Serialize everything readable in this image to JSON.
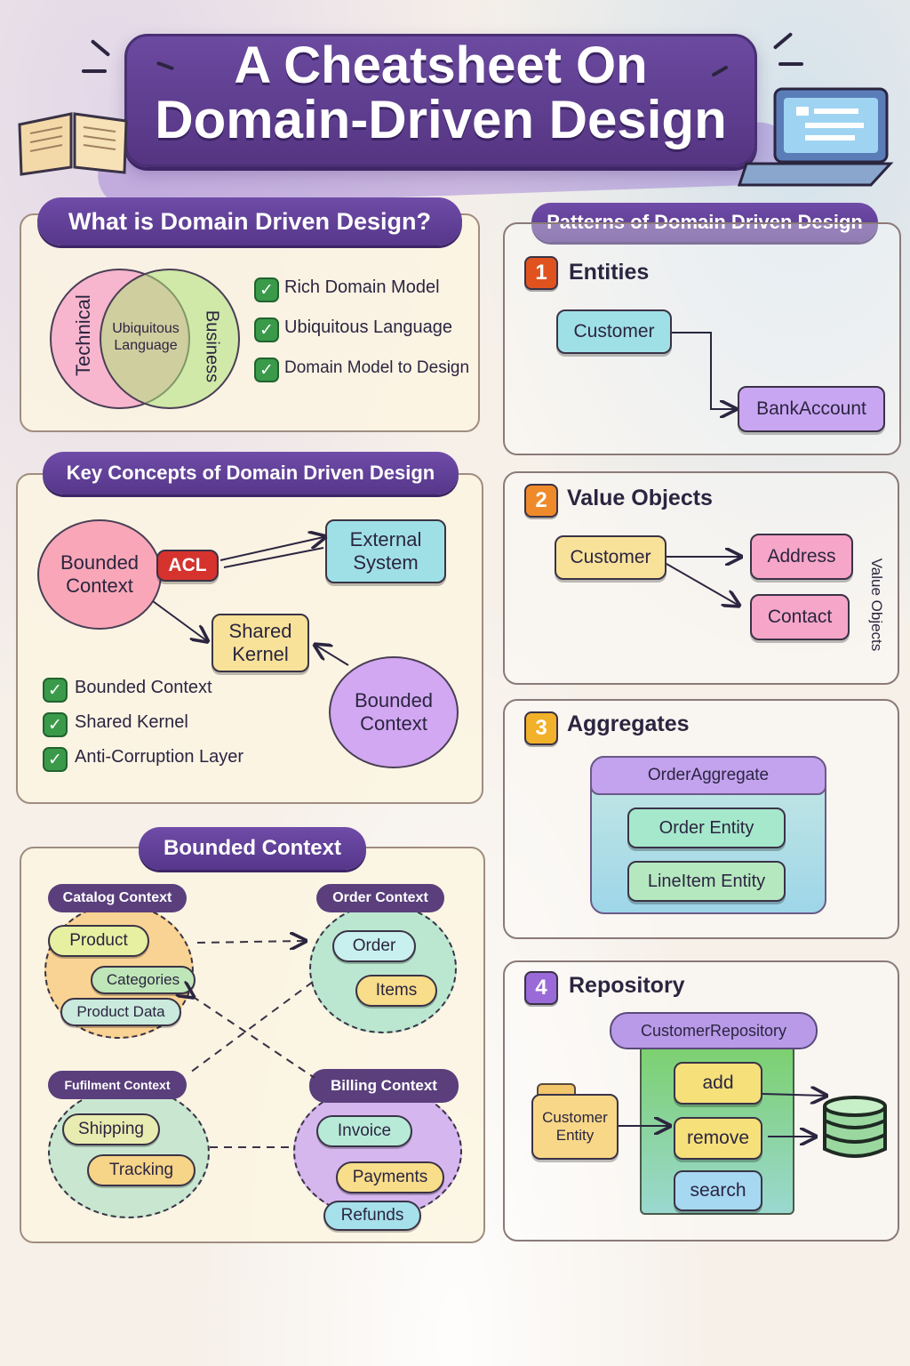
{
  "title": {
    "line1": "A Cheatsheet On",
    "line2": "Domain-Driven Design"
  },
  "what_is": {
    "heading": "What is Domain Driven Design?",
    "venn": {
      "left": "Technical",
      "center": "Ubiquitous Language",
      "right": "Business"
    },
    "checks": [
      "Rich Domain Model",
      "Ubiquitous Language",
      "Domain Model to Design"
    ]
  },
  "key_concepts": {
    "heading": "Key Concepts of Domain Driven Design",
    "bounded_context_1": "Bounded Context",
    "acl": "ACL",
    "external_system": "External System",
    "shared_kernel": "Shared Kernel",
    "bounded_context_2": "Bounded Context",
    "checks": [
      "Bounded Context",
      "Shared Kernel",
      "Anti-Corruption Layer"
    ]
  },
  "bounded_context": {
    "heading": "Bounded Context",
    "catalog": {
      "label": "Catalog Context",
      "items": [
        "Product",
        "Categories",
        "Product Data"
      ]
    },
    "order": {
      "label": "Order Context",
      "items": [
        "Order",
        "Items"
      ]
    },
    "fulfilment": {
      "label": "Fufilment Context",
      "items": [
        "Shipping",
        "Tracking"
      ]
    },
    "billing": {
      "label": "Billing Context",
      "items": [
        "Invoice",
        "Payments",
        "Refunds"
      ]
    }
  },
  "patterns": {
    "heading": "Patterns of Domain Driven Design",
    "entities": {
      "number": "1",
      "title": "Entities",
      "from": "Customer",
      "to": "BankAccount"
    },
    "value_objects": {
      "number": "2",
      "title": "Value Objects",
      "source": "Customer",
      "targets": [
        "Address",
        "Contact"
      ],
      "side_label": "Value Objects"
    },
    "aggregates": {
      "number": "3",
      "title": "Aggregates",
      "root": "OrderAggregate",
      "members": [
        "Order Entity",
        "LineItem Entity"
      ]
    },
    "repository": {
      "number": "4",
      "title": "Repository",
      "name": "CustomerRepository",
      "entity": "Customer Entity",
      "ops": [
        "add",
        "remove",
        "search"
      ]
    }
  },
  "colors": {
    "purple": "#5a3a8a",
    "teal": "#9fe0e6",
    "yellow": "#f8e29a",
    "pink": "#f6a6c8",
    "lavender": "#c9a6f2",
    "green": "#3a9a4a",
    "red": "#d6332e",
    "orange": "#ef8a2a"
  },
  "icons": [
    "open-book-icon",
    "laptop-icon",
    "database-icon",
    "folder-icon",
    "check-icon"
  ]
}
